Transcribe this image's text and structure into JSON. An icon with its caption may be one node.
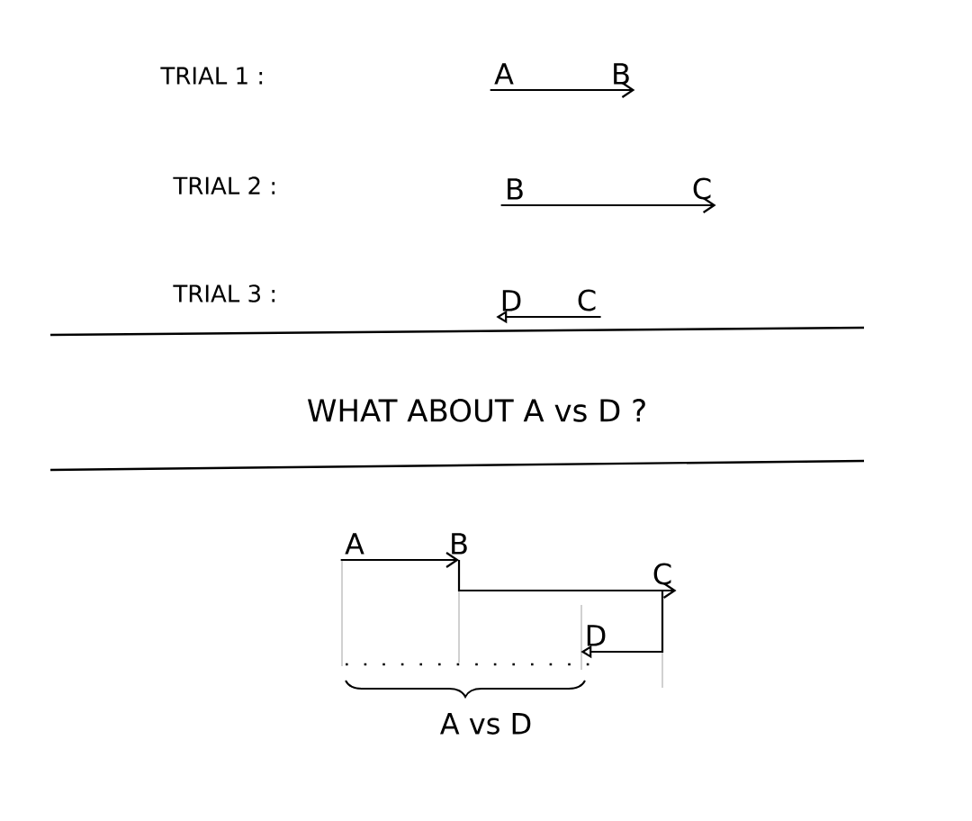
{
  "diagram": {
    "nodes": [
      {
        "text": [
          "A"
        ]
      },
      {
        "text": [
          "B"
        ]
      },
      {
        "text": [
          "B"
        ]
      },
      {
        "text": [
          "C"
        ]
      },
      {
        "text": [
          "D"
        ]
      },
      {
        "text": [
          "C"
        ]
      },
      {
        "text": [
          "A"
        ]
      },
      {
        "text": [
          "B"
        ]
      },
      {
        "text": [
          "C"
        ]
      },
      {
        "text": [
          "D"
        ]
      }
    ],
    "edges": [
      {
        "from": 0,
        "to": 1,
        "arrow": "to"
      },
      {
        "from": 2,
        "to": 3,
        "arrow": "to"
      },
      {
        "from": 5,
        "to": 4,
        "arrow": "to"
      },
      {
        "from": 6,
        "to": 7,
        "arrow": "to"
      },
      {
        "from": 7,
        "to": 8,
        "arrow": "to"
      },
      {
        "from": 8,
        "to": 9,
        "arrow": "to"
      }
    ],
    "labels": [
      "TRIAL 1 :",
      "TRIAL 2 :",
      "TRIAL 3 :",
      "WHAT ABOUT A vs D ?",
      "A vs D"
    ]
  }
}
